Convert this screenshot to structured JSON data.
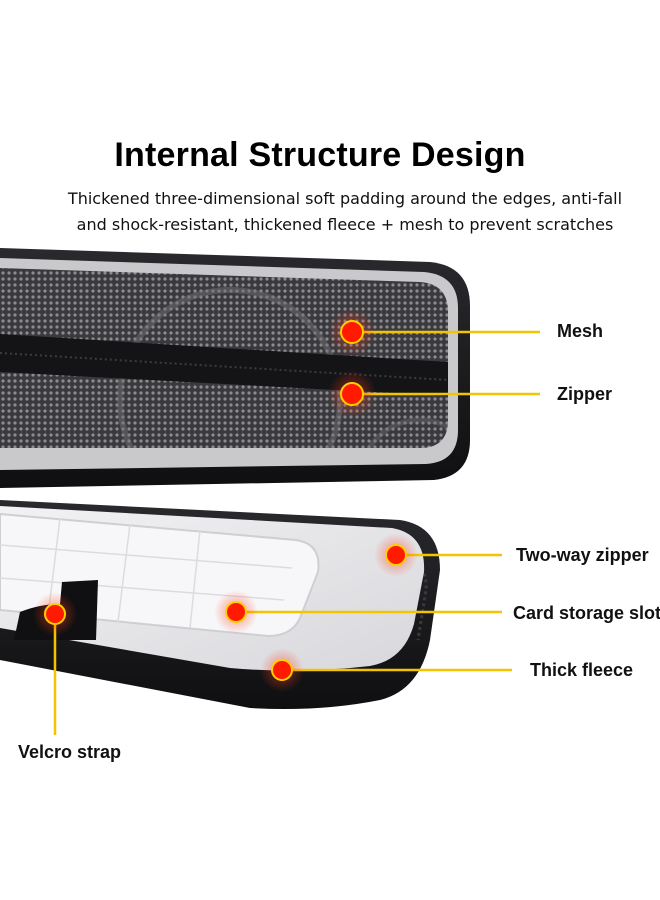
{
  "heading": {
    "title": "Internal Structure Design",
    "subtitle_line1": "Thickened three-dimensional soft padding around the edges, anti-fall",
    "subtitle_line2": "and shock-resistant, thickened fleece + mesh to prevent scratches"
  },
  "callouts": [
    {
      "id": "mesh",
      "label": "Mesh"
    },
    {
      "id": "zipper",
      "label": "Zipper"
    },
    {
      "id": "two-way-zipper",
      "label": "Two-way zipper"
    },
    {
      "id": "card-slot",
      "label": "Card storage slot"
    },
    {
      "id": "fleece",
      "label": "Thick fleece"
    },
    {
      "id": "velcro",
      "label": "Velcro strap"
    }
  ],
  "colors": {
    "callout_line": "#f5c400",
    "marker": "#ff1a00",
    "case_shell": "#1f1f22",
    "lining": "#e8e8ea"
  }
}
